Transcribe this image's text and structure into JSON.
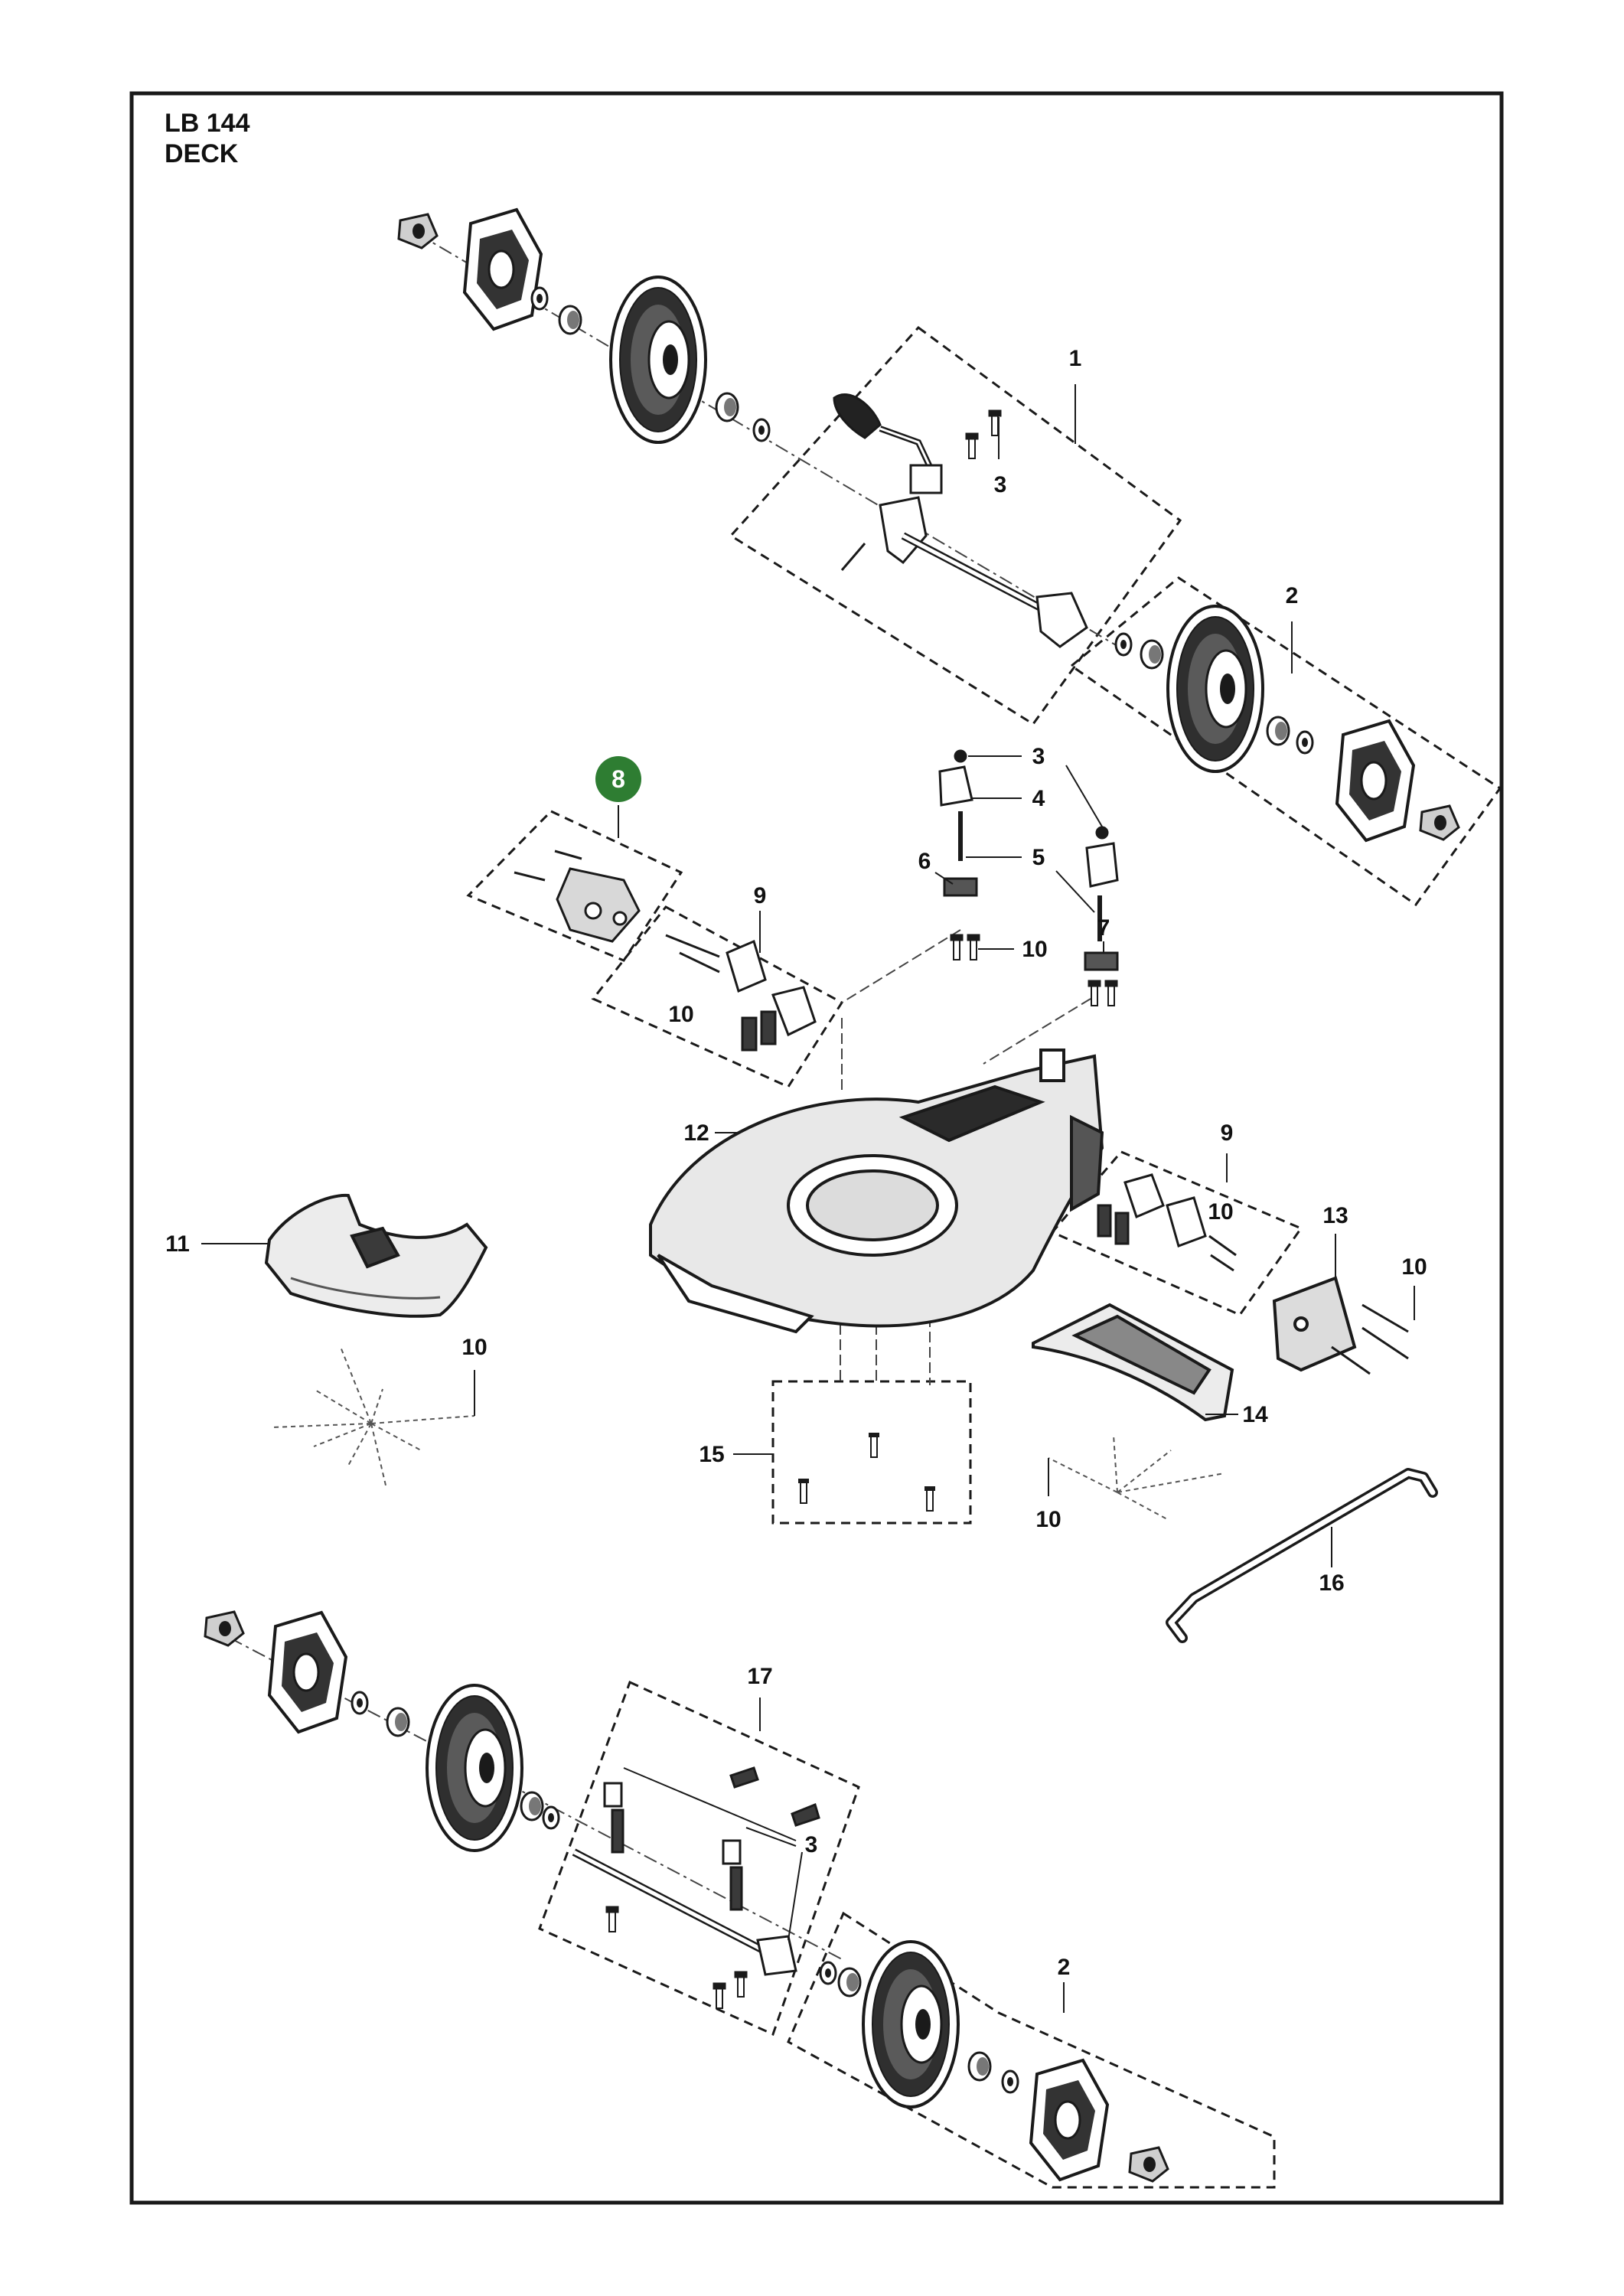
{
  "header": {
    "model": "LB 144",
    "section": "DECK"
  },
  "callouts": {
    "c1": "1",
    "c2a": "2",
    "c2b": "2",
    "c3a": "3",
    "c3b": "3",
    "c3c": "3",
    "c4": "4",
    "c5": "5",
    "c6": "6",
    "c7": "7",
    "c8": "8",
    "c9a": "9",
    "c9b": "9",
    "c10a": "10",
    "c10b": "10",
    "c10c": "10",
    "c10d": "10",
    "c10e": "10",
    "c10f": "10",
    "c11": "11",
    "c12": "12",
    "c13": "13",
    "c14": "14",
    "c15": "15",
    "c16": "16",
    "c17": "17"
  },
  "colors": {
    "highlight": "#2e7d32",
    "line": "#1a1a1a",
    "part_fill": "#e4e4e4",
    "part_dark": "#3a3a3a"
  }
}
